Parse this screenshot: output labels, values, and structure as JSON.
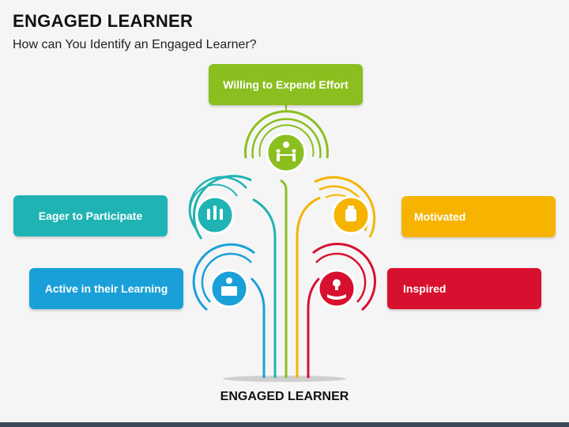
{
  "header": {
    "title": "ENGAGED LEARNER",
    "subtitle": "How can You Identify an Engaged Learner?"
  },
  "nodes": [
    {
      "id": "effort",
      "label": "Willing to Expend Effort",
      "color": "#8bbf1f",
      "icon": "teamwork-gear-icon"
    },
    {
      "id": "eager",
      "label": "Eager to Participate",
      "color": "#1fb3b3",
      "icon": "raised-hands-icon"
    },
    {
      "id": "active",
      "label": "Active in their Learning",
      "color": "#1aa0d8",
      "icon": "reader-icon"
    },
    {
      "id": "motivated",
      "label": "Motivated",
      "color": "#f6b400",
      "icon": "raised-fist-icon"
    },
    {
      "id": "inspired",
      "label": "Inspired",
      "color": "#d8102f",
      "icon": "idea-hand-icon"
    }
  ],
  "center_label": "ENGAGED LEARNER"
}
